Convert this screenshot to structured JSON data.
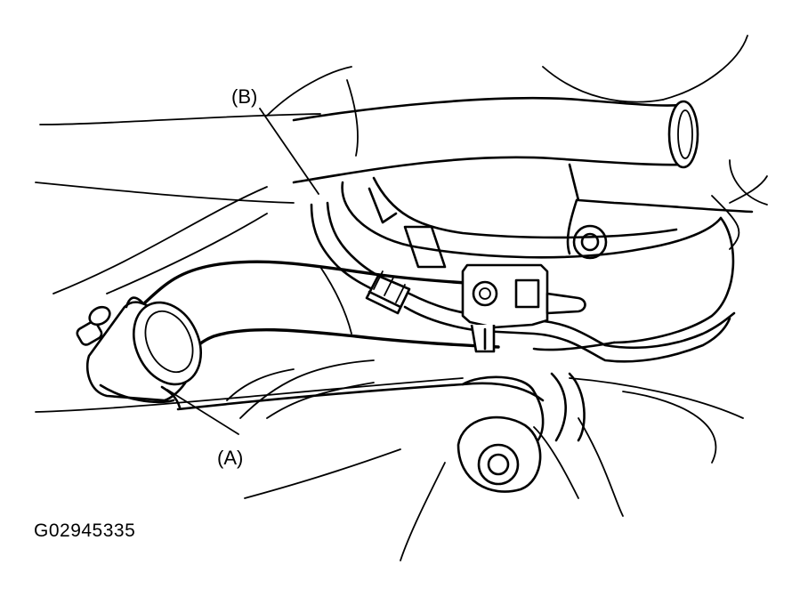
{
  "labels": {
    "callout_a": "(A)",
    "callout_b": "(B)"
  },
  "figure_code": "G02945335",
  "colors": {
    "line": "#000000",
    "background": "#ffffff"
  }
}
